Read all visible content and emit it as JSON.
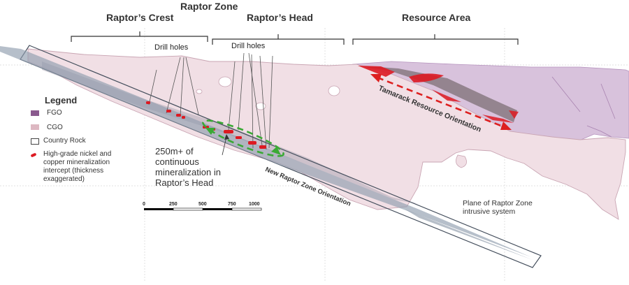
{
  "zone_title": "Raptor Zone",
  "sections": {
    "crest": "Raptor’s Crest",
    "head": "Raptor’s Head",
    "resource": "Resource Area"
  },
  "drill_labels": [
    "Drill holes",
    "Drill holes"
  ],
  "legend": {
    "title": "Legend",
    "items": [
      {
        "label": "FGO",
        "color": "#8a5a8e"
      },
      {
        "label": "CGO",
        "color": "#ddb8c2"
      },
      {
        "label": "Country Rock",
        "color": "#ffffff"
      },
      {
        "label": "High-grade nickel and copper mineralization intercept (thickness exaggerated)",
        "color": "#dd1a22"
      }
    ]
  },
  "annotation": "250m+ of continuous mineralization in Raptor’s Head",
  "orientation_labels": {
    "tamarack": "Tamarack Resource Orientation",
    "raptor": "New Raptor Zone Orientation"
  },
  "plane_label": "Plane of Raptor Zone intrusive system",
  "scale": [
    "0",
    "250",
    "500",
    "750",
    "1000"
  ],
  "colors": {
    "cgo": "#efdce3",
    "fgo": "#c9a8cf",
    "mineral": "#dd1a22",
    "dashed_green": "#3aa935",
    "dashed_red": "#dd2020"
  }
}
